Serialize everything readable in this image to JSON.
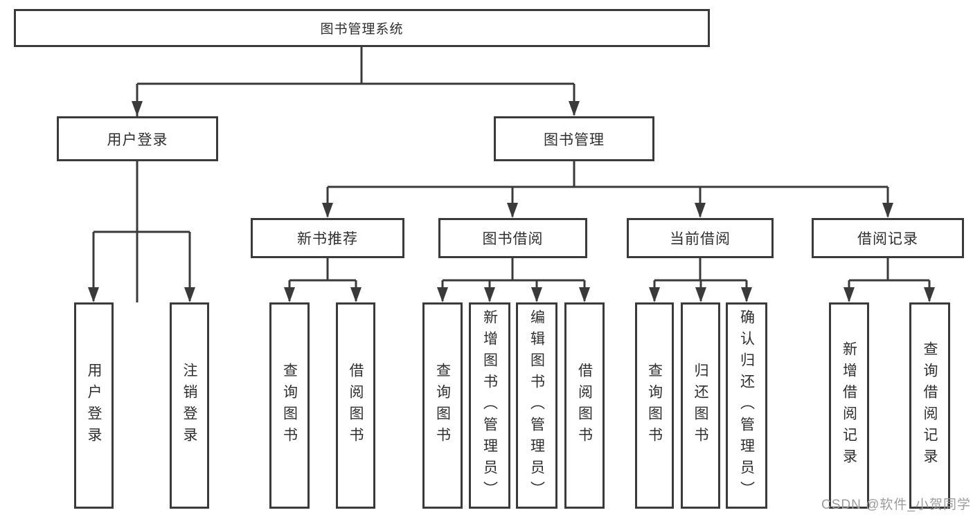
{
  "diagram": {
    "root": {
      "label": "图书管理系统"
    },
    "level2": {
      "user_login": {
        "label": "用户登录"
      },
      "book_mgmt": {
        "label": "图书管理"
      }
    },
    "level3": {
      "new_book_rec": {
        "label": "新书推荐"
      },
      "book_borrow": {
        "label": "图书借阅"
      },
      "current_borrow": {
        "label": "当前借阅"
      },
      "borrow_records": {
        "label": "借阅记录"
      }
    },
    "leaves": {
      "user_login_leaf": {
        "label": "用户登录"
      },
      "logout": {
        "label": "注销登录"
      },
      "rec_query_books": {
        "label": "查询图书"
      },
      "rec_borrow_books": {
        "label": "借阅图书"
      },
      "borrow_query_books": {
        "label": "查询图书"
      },
      "borrow_add_books": {
        "label": "新增图书（管理员）"
      },
      "borrow_edit_books": {
        "label": "编辑图书（管理员）"
      },
      "borrow_borrow_books": {
        "label": "借阅图书"
      },
      "current_query_books": {
        "label": "查询图书"
      },
      "current_return_books": {
        "label": "归还图书"
      },
      "current_confirm_return": {
        "label": "确认归还（管理员）"
      },
      "records_add_record": {
        "label": "新增借阅记录"
      },
      "records_query_record": {
        "label": "查询借阅记录"
      }
    },
    "watermark": {
      "text": "CSDN @软件_小贺同学"
    },
    "colors": {
      "line": "#3a3a3a",
      "text": "#2f2f2f",
      "watermark": "#9c9c9c",
      "background": "#ffffff"
    }
  }
}
